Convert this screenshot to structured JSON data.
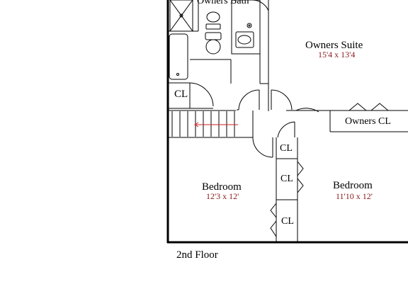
{
  "floor_label": "2nd Floor",
  "rooms": {
    "owners_bath": {
      "name": "Owners Bath"
    },
    "owners_suite": {
      "name": "Owners Suite",
      "dimensions": "15'4 x 13'4"
    },
    "owners_closet": {
      "name": "Owners CL"
    },
    "bedroom_left": {
      "name": "Bedroom",
      "dimensions": "12'3 x 12'"
    },
    "bedroom_right": {
      "name": "Bedroom",
      "dimensions": "11'10 x 12'"
    },
    "closet_bath": {
      "name": "CL"
    },
    "closet_hall": {
      "name": "CL"
    },
    "closet_mid": {
      "name": "CL"
    },
    "closet_low": {
      "name": "CL"
    }
  },
  "colors": {
    "walls": "#000000",
    "dimension_text": "#8b1a1a",
    "stair_arrow": "#cc2222"
  }
}
